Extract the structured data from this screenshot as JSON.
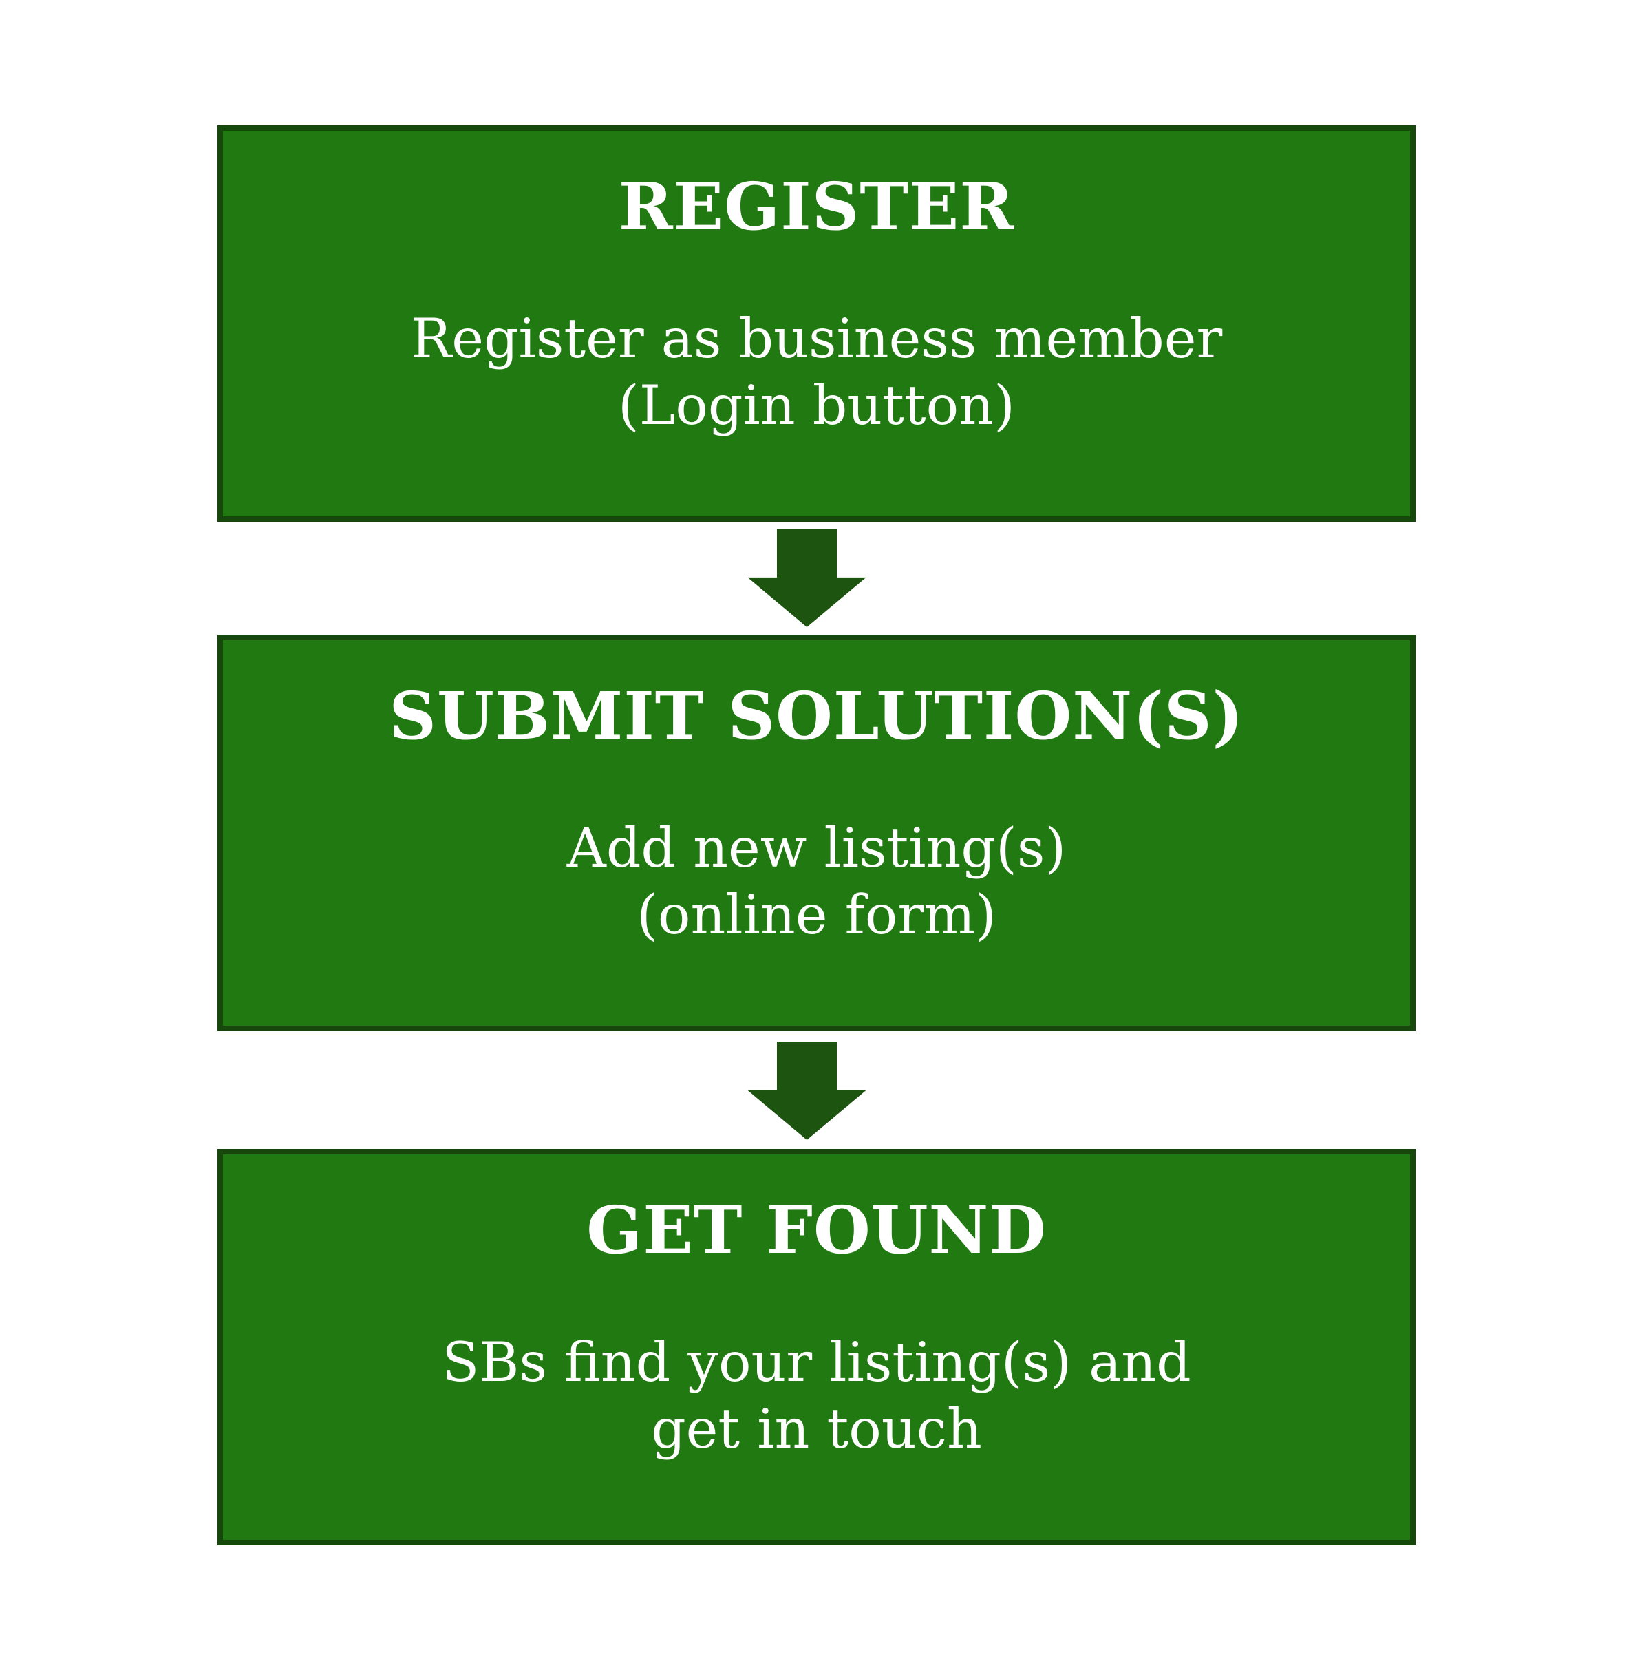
{
  "diagram": {
    "type": "vertical-flowchart",
    "steps": [
      {
        "title": "REGISTER",
        "lines": [
          "Register as business member",
          "(Login button)"
        ]
      },
      {
        "title": "SUBMIT SOLUTION(S)",
        "lines": [
          "Add new listing(s)",
          "(online form)"
        ]
      },
      {
        "title": "GET FOUND",
        "lines": [
          "SBs find your listing(s) and",
          "get in touch"
        ]
      }
    ],
    "connector": "down-arrow",
    "colors": {
      "background": "#ffffff",
      "box_fill": "#217a11",
      "box_border": "#16470b",
      "arrow": "#1d5410",
      "text": "#ffffff"
    }
  }
}
